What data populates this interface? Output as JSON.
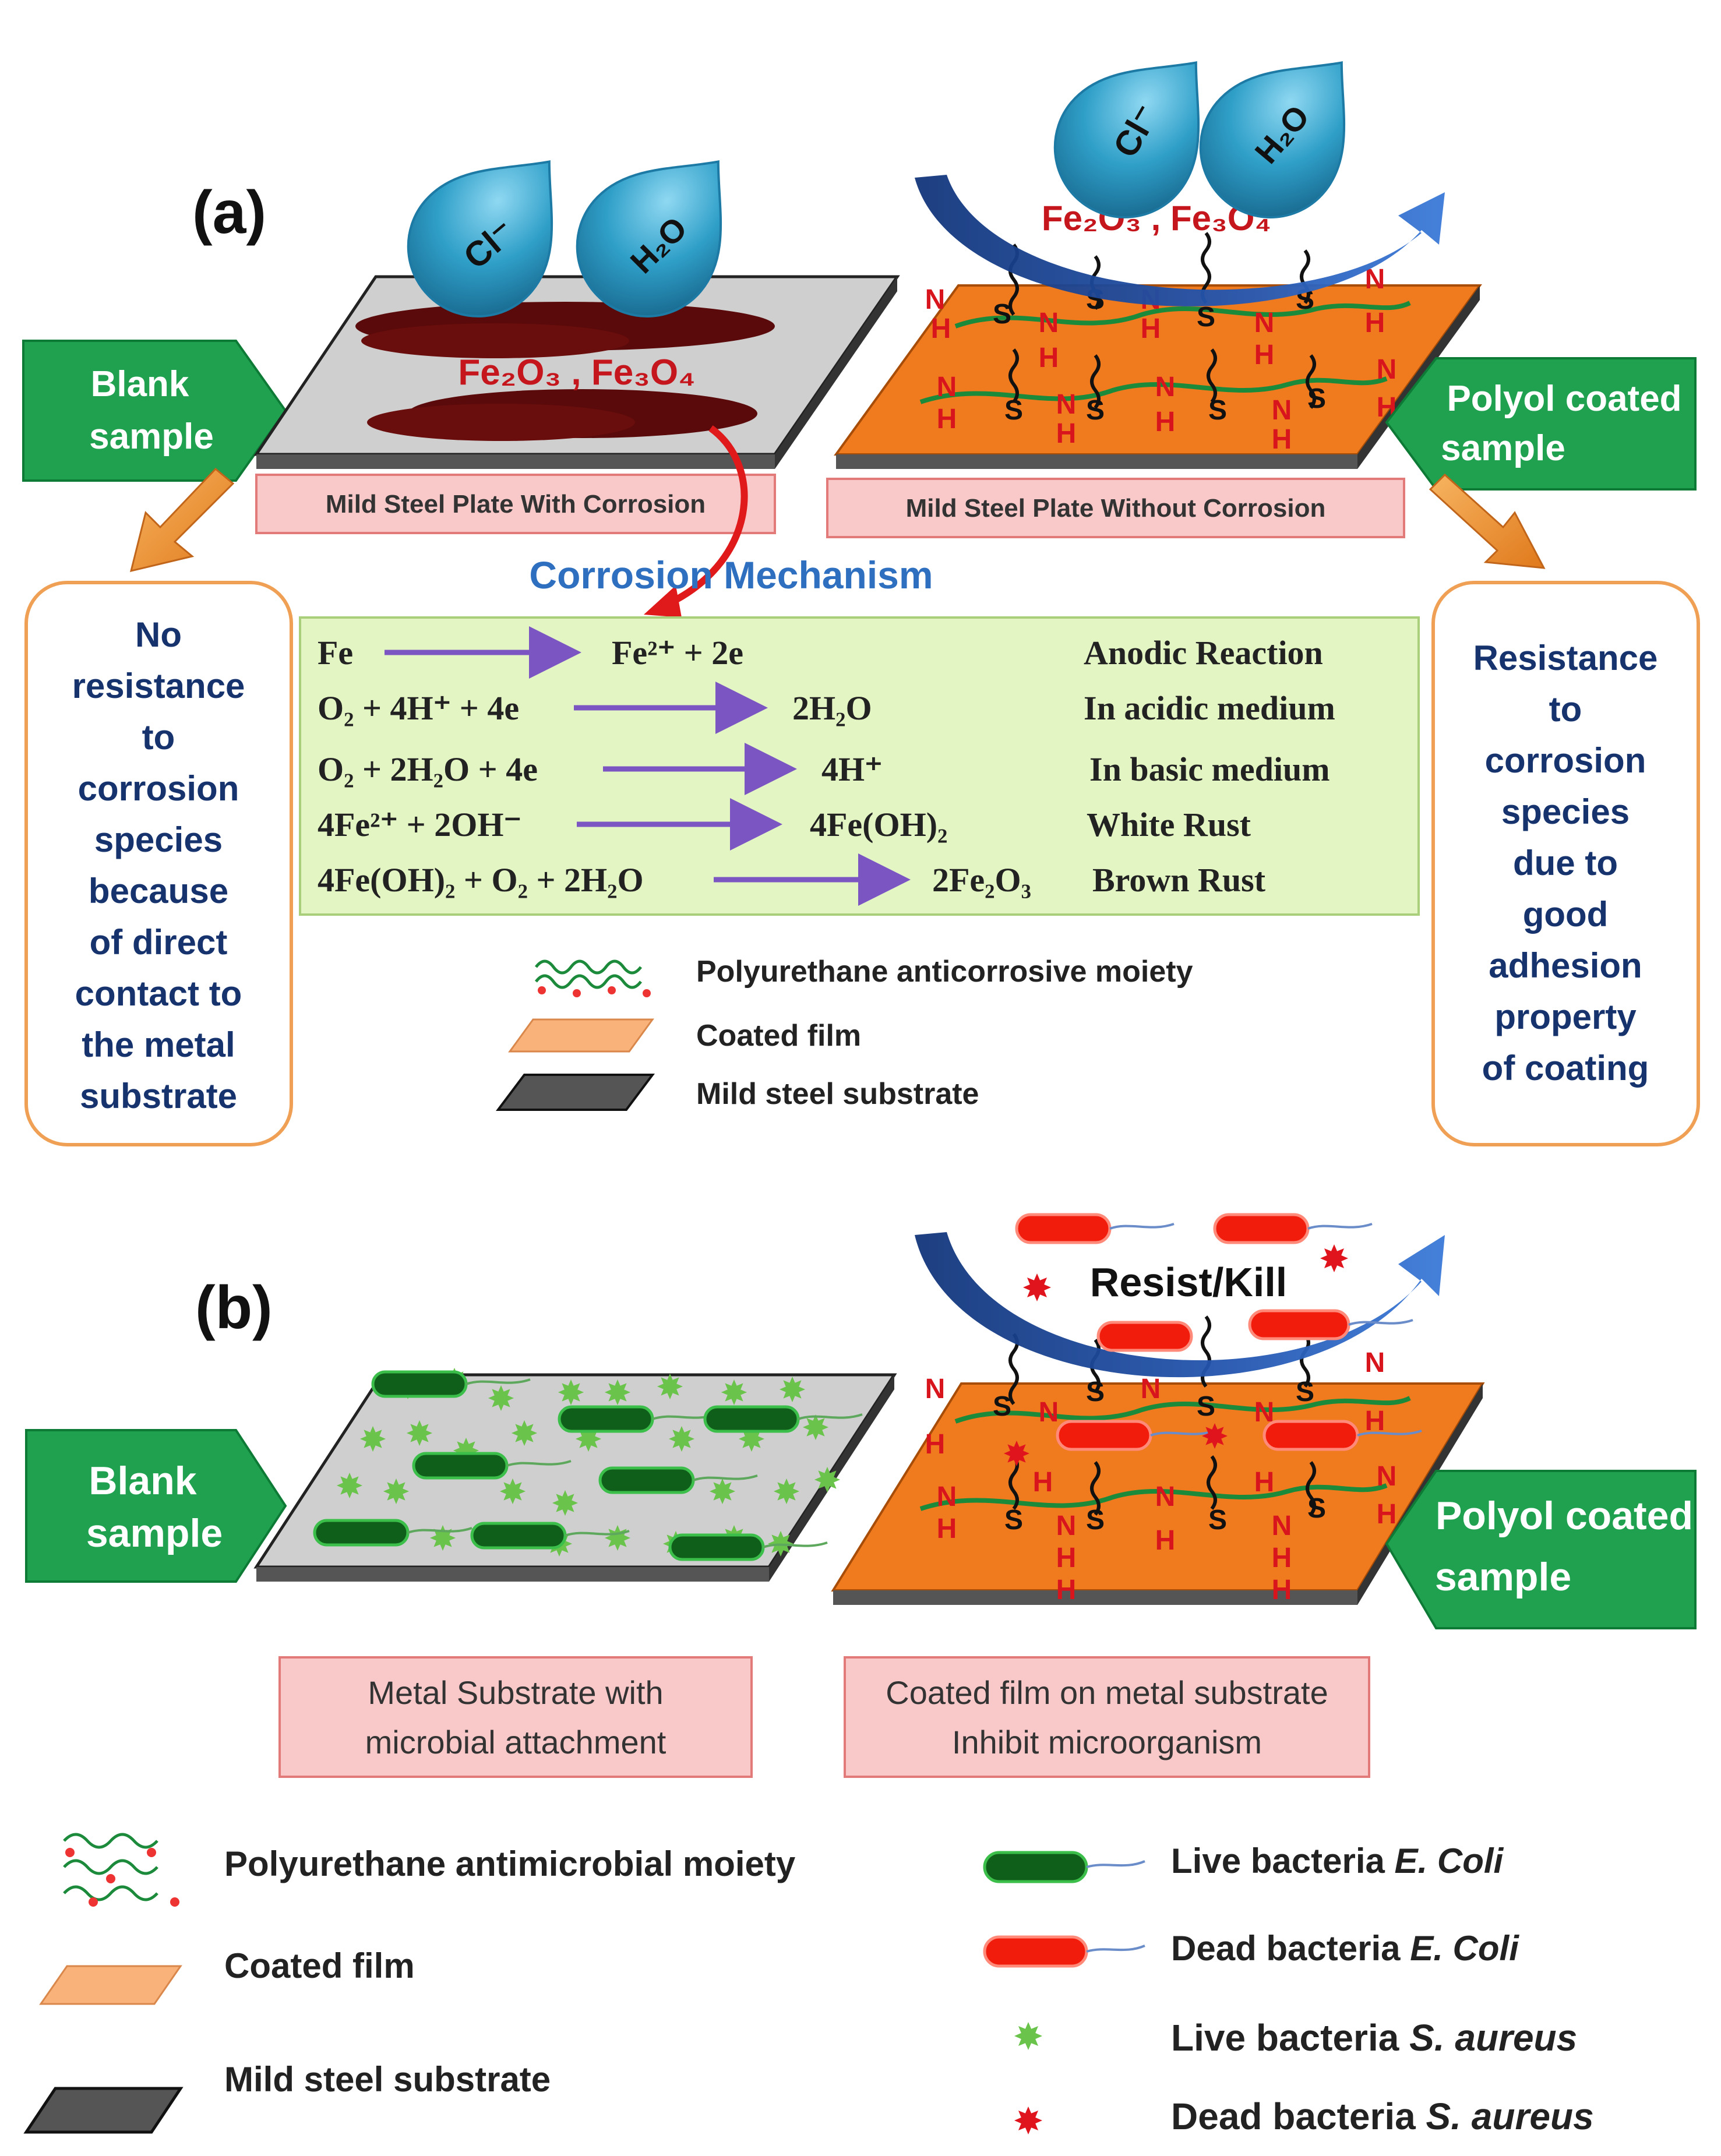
{
  "panel_a": {
    "label": "(a)",
    "blank_arrow": [
      "Blank",
      "sample"
    ],
    "coated_arrow": [
      "Polyol coated",
      "sample"
    ],
    "drop_cl": "Cl⁻",
    "drop_h2o": "H₂O",
    "rust_left": "Fe₂O₃ , Fe₃O₄",
    "rust_right": "Fe₂O₃ , Fe₃O₄",
    "plate_left_caption": "Mild Steel Plate With Corrosion",
    "plate_right_caption": "Mild Steel Plate Without Corrosion",
    "mechanism_title": "Corrosion Mechanism",
    "left_note": [
      "No",
      "resistance",
      "to",
      "corrosion",
      "species",
      "because",
      "of direct",
      "contact to",
      "the metal",
      "substrate"
    ],
    "right_note": [
      "Resistance",
      "to",
      "corrosion",
      "species",
      "due to",
      "good",
      "adhesion",
      "property",
      "of coating"
    ],
    "reactions": [
      {
        "lhs": "Fe",
        "rhs": "Fe²⁺ + 2e",
        "label": "Anodic Reaction"
      },
      {
        "lhs": "O₂ + 4H⁺ + 4e",
        "rhs": "2H₂O",
        "label": "In acidic medium"
      },
      {
        "lhs": "O₂ + 2H₂O + 4e",
        "rhs": "4H⁺",
        "label": "In basic medium"
      },
      {
        "lhs": "4Fe²⁺ +  2OH⁻",
        "rhs": "4Fe(OH)₂",
        "label": "White Rust"
      },
      {
        "lhs": "4Fe(OH)₂ + O₂ + 2H₂O",
        "rhs": "2Fe₂O₃",
        "label": "Brown Rust"
      }
    ],
    "legend": [
      "Polyurethane anticorrosive moiety",
      "Coated film",
      "Mild steel substrate"
    ]
  },
  "panel_b": {
    "label": "(b)",
    "blank_arrow": [
      "Blank",
      "sample"
    ],
    "coated_arrow": [
      "Polyol coated",
      "sample"
    ],
    "resist_kill": "Resist/Kill",
    "plate_left_caption": [
      "Metal Substrate with",
      "microbial attachment"
    ],
    "plate_right_caption": [
      "Coated film on metal substrate",
      "Inhibit microorganism"
    ],
    "legend_left": [
      "Polyurethane antimicrobial moiety",
      "Coated film",
      "Mild steel substrate"
    ],
    "legend_right": [
      {
        "prefix": "Live bacteria ",
        "species": "E. Coli"
      },
      {
        "prefix": "Dead bacteria ",
        "species": "E. Coli"
      },
      {
        "prefix": "Live bacteria ",
        "species": "S. aureus"
      },
      {
        "prefix": "Dead bacteria ",
        "species": "S. aureus"
      }
    ]
  },
  "atoms": {
    "n": "N",
    "h": "H",
    "s": "S"
  },
  "colors": {
    "green_arrow": "#1fa150",
    "drop": "#2f9fc8",
    "rust": "#5a0a0a",
    "rust_text": "#c4161c",
    "coating": "#f07a1e",
    "steel": "#c8c8c8",
    "pink_box": "#f9c9c9",
    "equation_box": "#e4f5c4",
    "note_border": "#f0a054",
    "note_text": "#16336e",
    "mechanism_text": "#2e6fc0",
    "blue_arrow": "#1f4ea0",
    "live_green": "#0f5e1a",
    "dead_red": "#f21c0c"
  }
}
